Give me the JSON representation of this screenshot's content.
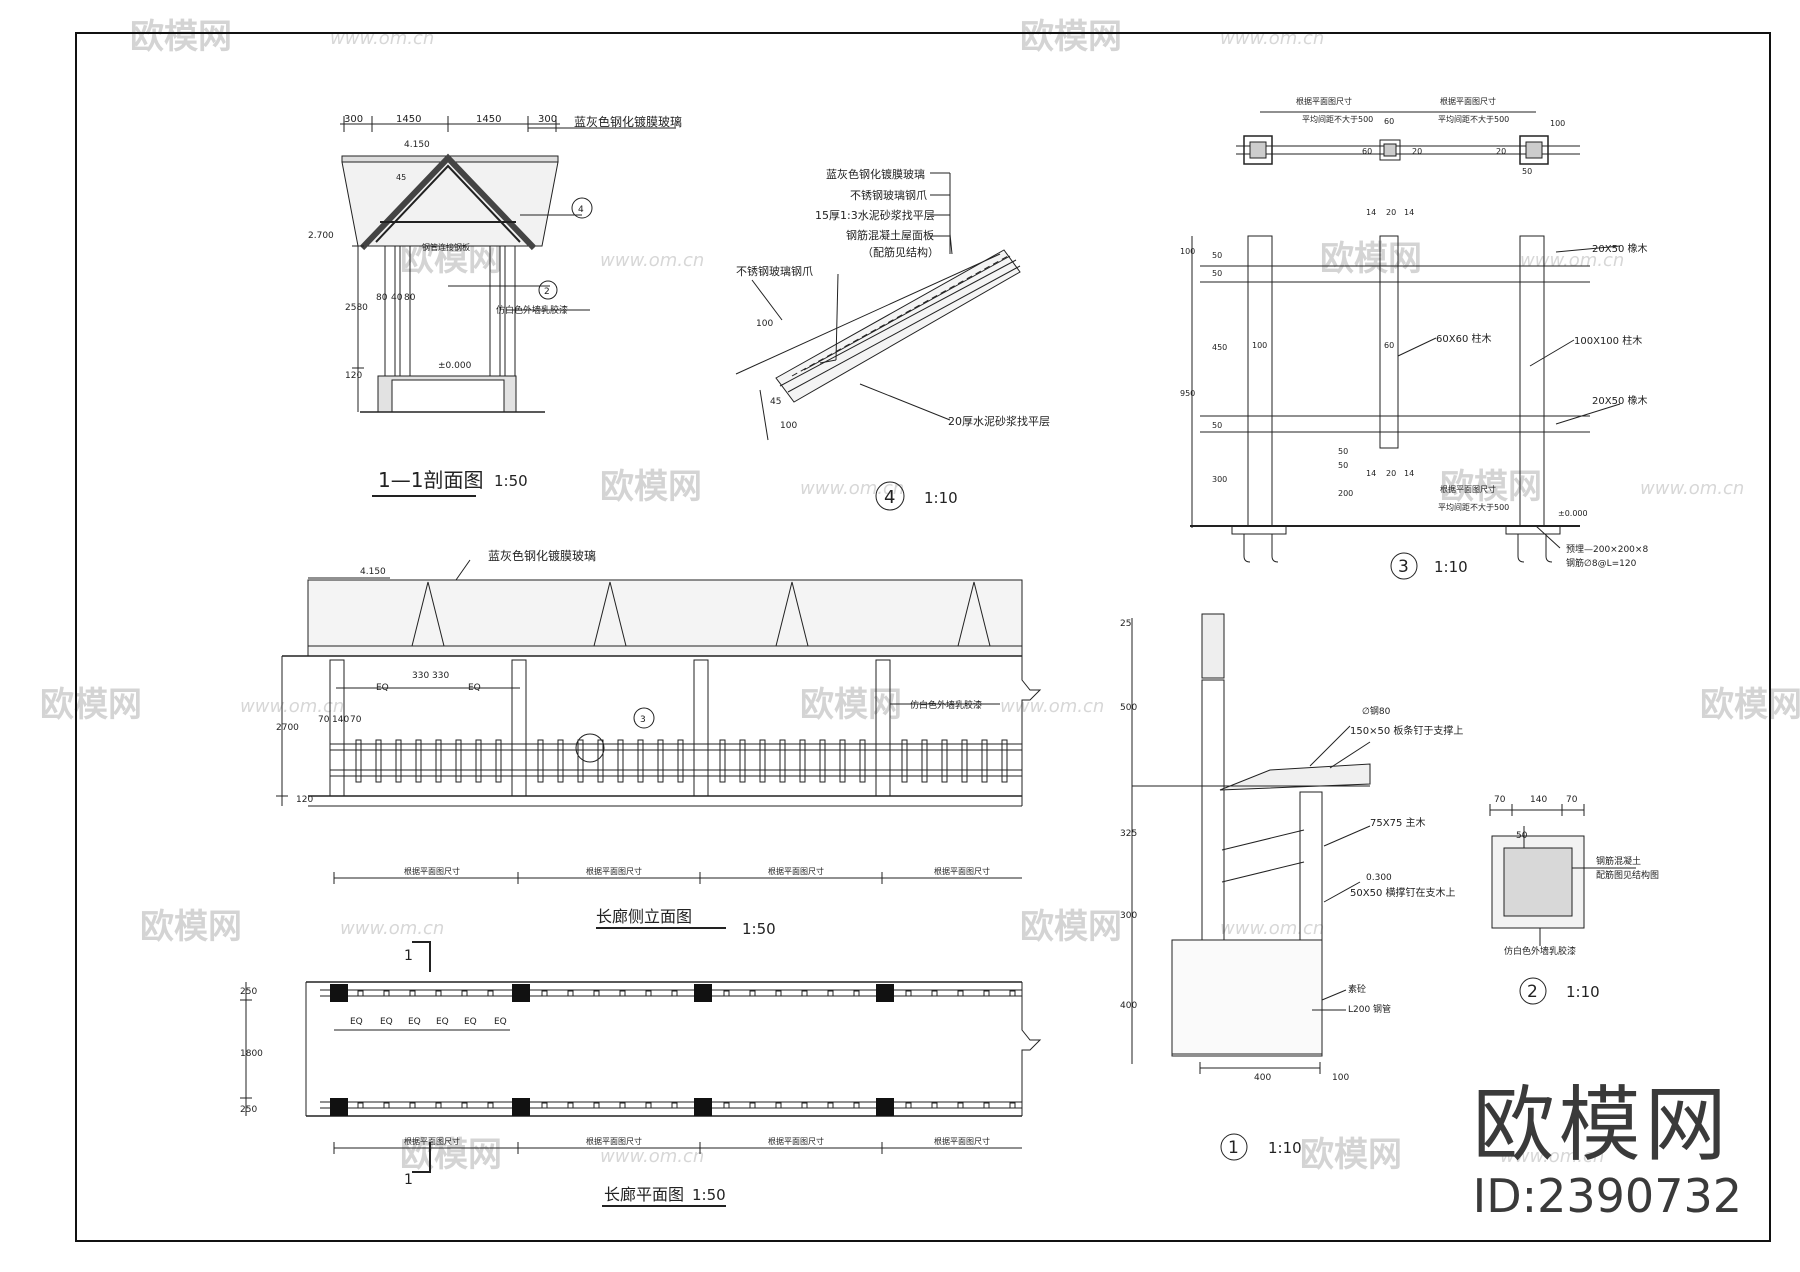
{
  "drawings": {
    "section_1_1": {
      "title": "1—1剖面图",
      "scale": "1:50",
      "top_dims": [
        "300",
        "1450",
        "1450",
        "300"
      ],
      "glass_label": "蓝灰色钢化镀膜玻璃",
      "paint_label": "仿白色外墙乳胶漆",
      "elev_top": "4.150",
      "elev_eave": "2.700",
      "elev_floor": "±0.000",
      "left_dims": [
        "2580",
        "120"
      ],
      "col_dims": [
        "80",
        "40",
        "80"
      ],
      "callout_top": "4",
      "callout_mid": "2",
      "slope": "45",
      "inner_label": "钢管连接钢板"
    },
    "detail_4": {
      "number": "4",
      "scale": "1:10",
      "layers": [
        "蓝灰色钢化镀膜玻璃",
        "不锈钢玻璃钢爪",
        "15厚1:3水泥砂浆找平层",
        "钢筋混凝土屋面板",
        "（配筋见结构）"
      ],
      "claw_label": "不锈钢玻璃钢爪",
      "mortar_label": "20厚水泥砂浆找平层",
      "dims": [
        "100",
        "45",
        "100"
      ]
    },
    "detail_3": {
      "number": "3",
      "scale": "1:10",
      "plan_labels": [
        "根据平面图尺寸",
        "平均间距不大于500",
        "根据平面图尺寸",
        "平均间距不大于500"
      ],
      "plan_dims": [
        "60",
        "60",
        "20",
        "20",
        "100",
        "50"
      ],
      "top_dims": [
        "14",
        "20",
        "14"
      ],
      "left_dims": [
        "100",
        "50",
        "50",
        "450",
        "950",
        "50",
        "300"
      ],
      "labels": {
        "wood_top": "20X50 橡木",
        "post_small": "60X60 柱木",
        "post_big": "100X100 柱木",
        "wood_bottom": "20X50 橡木",
        "w100": "100",
        "w60": "60"
      },
      "bottom_dims": [
        "50",
        "50",
        "14",
        "20",
        "14",
        "200"
      ],
      "bottom_note": [
        "根据平面图尺寸",
        "平均间距不大于500"
      ],
      "elev": "±0.000",
      "steel_plate": "预埋—200×200×8",
      "anchor": "钢筋∅8@L=120"
    },
    "side_elevation": {
      "title": "长廊侧立面图",
      "scale": "1:50",
      "glass_label": "蓝灰色钢化镀膜玻璃",
      "paint_label": "仿白色外墙乳胶漆",
      "elev_top": "4.150",
      "height_dim": "2700",
      "base_dim": "120",
      "spacing_dims": [
        "330",
        "330"
      ],
      "eq": "EQ",
      "col_dims": [
        "70",
        "140",
        "70"
      ],
      "callout": "3",
      "bottom_dims": [
        "根据平面图尺寸",
        "根据平面图尺寸",
        "根据平面图尺寸",
        "根据平面图尺寸"
      ]
    },
    "plan": {
      "title": "长廊平面图",
      "scale": "1:50",
      "cut_mark": "1",
      "left_dims": [
        "250",
        "1800",
        "250"
      ],
      "eq": "EQ",
      "bottom_dims": [
        "根据平面图尺寸",
        "根据平面图尺寸",
        "根据平面图尺寸",
        "根据平面图尺寸"
      ]
    },
    "detail_1": {
      "number": "1",
      "scale": "1:10",
      "labels": [
        "∅钢80",
        "150×50 板条钉于支撑上",
        "75X75 主木",
        "50X50 横撑钉在支木上",
        "素砼",
        "L200 钢管"
      ],
      "elev": "0.300",
      "left_dims": [
        "25",
        "500",
        "325",
        "300",
        "400"
      ],
      "bottom_dims": [
        "400",
        "100"
      ]
    },
    "detail_2": {
      "number": "2",
      "scale": "1:10",
      "top_dims": [
        "70",
        "140",
        "70"
      ],
      "top_small": "50",
      "labels": [
        "钢筋混凝土",
        "配筋图见结构图",
        "仿白色外墙乳胶漆"
      ]
    }
  },
  "brand": {
    "name": "欧模网",
    "id": "ID:2390732"
  },
  "watermark": {
    "text": "欧模网",
    "url": "www.om.cn"
  }
}
